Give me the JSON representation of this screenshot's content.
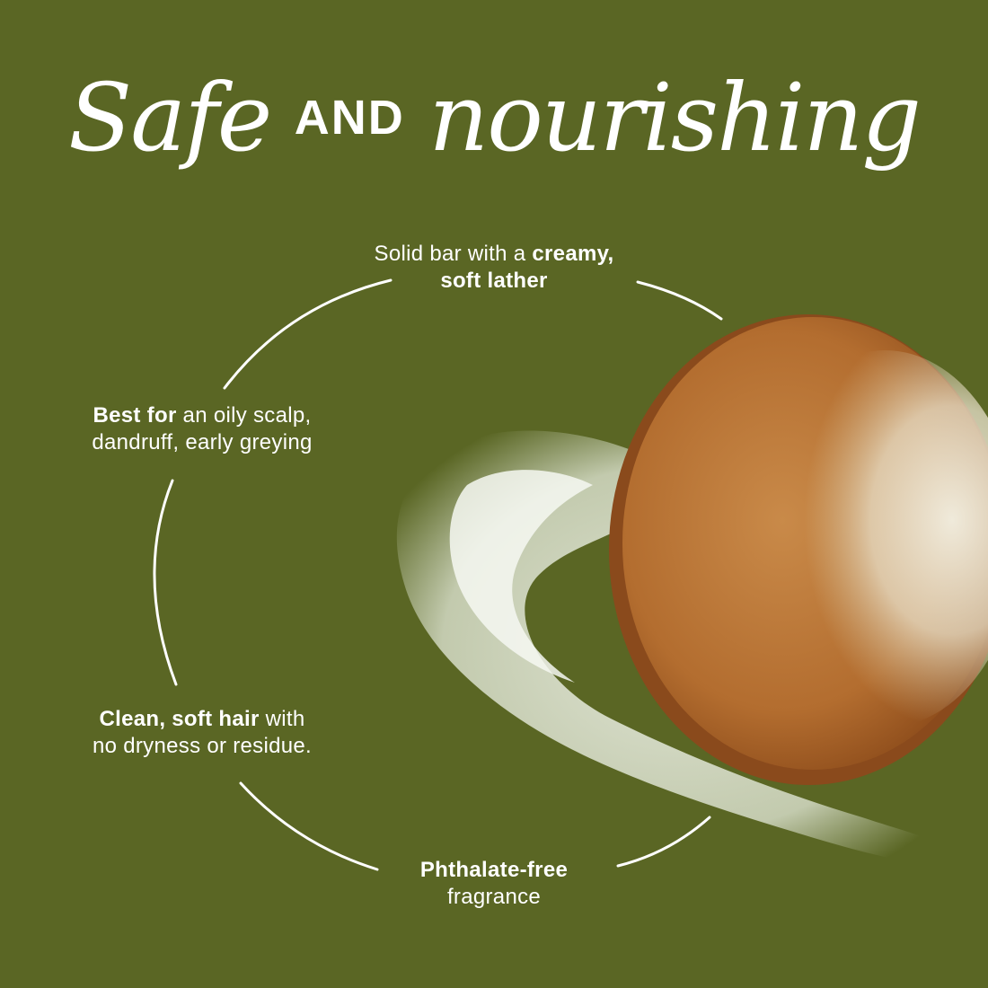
{
  "headline": {
    "script_left": "Safe",
    "plain_middle": "AND",
    "script_right": "nourishing"
  },
  "features": {
    "top": {
      "line1_plain": "Solid bar with a ",
      "line1_bold": "creamy,",
      "line2_bold": "soft lather"
    },
    "left1": {
      "line1_bold": "Best for",
      "line1_plain": " an oily scalp,",
      "line2_plain": "dandruff, early greying"
    },
    "left2": {
      "line1_bold": "Clean, soft hair",
      "line1_plain": " with",
      "line2_plain": "no dryness or residue."
    },
    "bottom": {
      "line1_bold": "Phthalate-free",
      "line2_plain": "fragrance"
    }
  },
  "colors": {
    "background": "#5a6624",
    "text": "#ffffff",
    "bar_outer": "#a85f27",
    "bar_inner": "#c07a3a",
    "lather": "#eef3e8"
  }
}
